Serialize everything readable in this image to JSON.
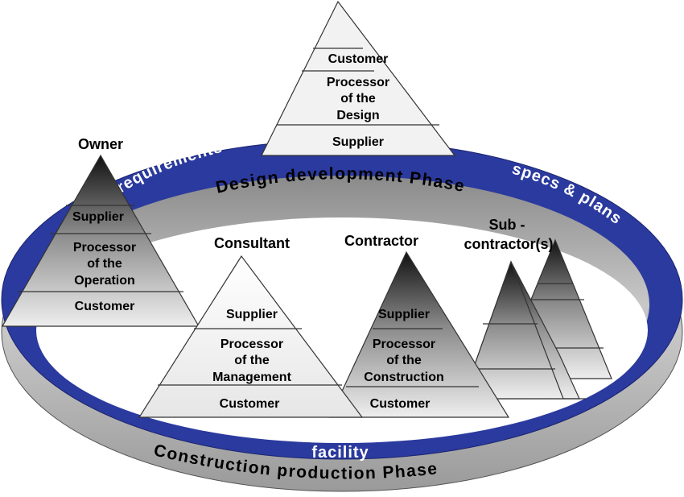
{
  "ring": {
    "top_left": "requirements",
    "top_inner": "Design  development  Phase",
    "top_right": "specs  &  plans",
    "bottom": "facility",
    "bottom_outer": "Construction  production  Phase"
  },
  "design_pyramid": {
    "levels": [
      "Customer",
      "Processor",
      "of the",
      "Design",
      "Supplier"
    ]
  },
  "owner": {
    "title": "Owner",
    "levels": [
      "Supplier",
      "Processor",
      "of the",
      "Operation",
      "Customer"
    ]
  },
  "consultant": {
    "title": "Consultant",
    "levels": [
      "Supplier",
      "Processor",
      "of the",
      "Management",
      "Customer"
    ]
  },
  "contractor": {
    "title": "Contractor",
    "levels": [
      "Supplier",
      "Processor",
      "of the",
      "Construction",
      "Customer"
    ]
  },
  "subcontractor": {
    "title_line1": "Sub -",
    "title_line2": "contractor(s)"
  },
  "colors": {
    "ring_blue": "#2b3a9e",
    "ring_side": "#a9a9a9",
    "pyramid_light": "#f2f2f2"
  }
}
